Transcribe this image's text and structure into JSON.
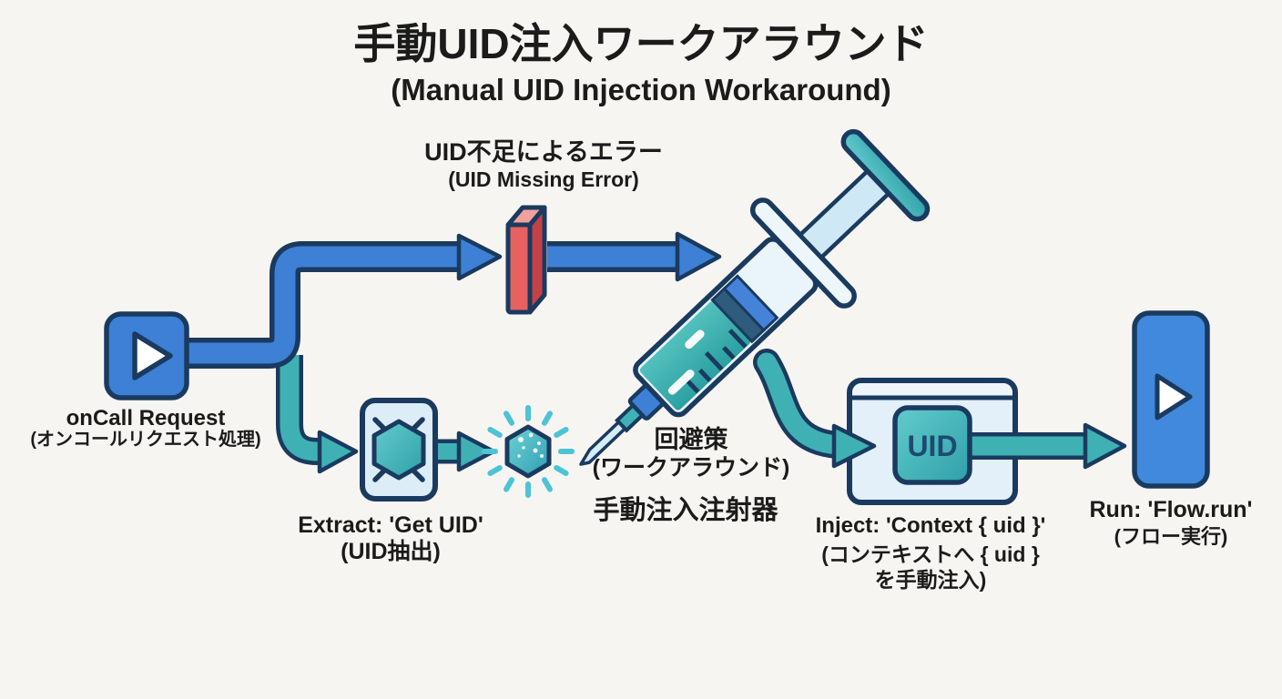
{
  "title": {
    "jp": "手動UID注入ワークアラウンド",
    "en": "(Manual UID Injection Workaround)"
  },
  "nodes": {
    "oncall": {
      "label_en": "onCall Request",
      "label_jp": "(オンコールリクエスト処理)",
      "icon": "play-icon"
    },
    "error": {
      "label_jp": "UID不足によるエラー",
      "label_en": "(UID Missing Error)",
      "icon": "barrier-block-icon"
    },
    "extract": {
      "label_en": "Extract: 'Get UID'",
      "label_jp": "(UID抽出)",
      "icon": "card-hexagon-icon"
    },
    "token": {
      "icon": "glowing-hexagon-icon"
    },
    "workaround": {
      "label_jp_1": "回避策",
      "label_jp_2": "(ワークアラウンド)",
      "label_jp_3": "手動注入注射器",
      "icon": "syringe-icon"
    },
    "inject": {
      "label_en": "Inject: 'Context { uid }'",
      "label_jp_1": "(コンテキストへ { uid }",
      "label_jp_2": "を手動注入)",
      "chip_label": "UID",
      "icon": "window-icon"
    },
    "run": {
      "label_en": "Run: 'Flow.run'",
      "label_jp": "(フロー実行)",
      "icon": "play-icon"
    }
  },
  "colors": {
    "bg": "#f7f5f1",
    "navy": "#1a3a5f",
    "blue": "#3d80d5",
    "blue-bright": "#4189dc",
    "teal": "#3fb1b4",
    "teal-light": "#4cc3d6",
    "card": "#ddedf8",
    "window-body": "#e3f0fa",
    "window-header": "#eef6fb",
    "barrel": "#e9f4fb",
    "rod": "#cfe8f5",
    "flange": "#ecf6fb",
    "liquid": "#35aaa8",
    "red-front": "#e86161",
    "red-top": "#f2a09c",
    "red-side": "#c44247",
    "chip-text": "#1d4a70",
    "text": "#1b1b1b",
    "white": "#ffffff"
  }
}
